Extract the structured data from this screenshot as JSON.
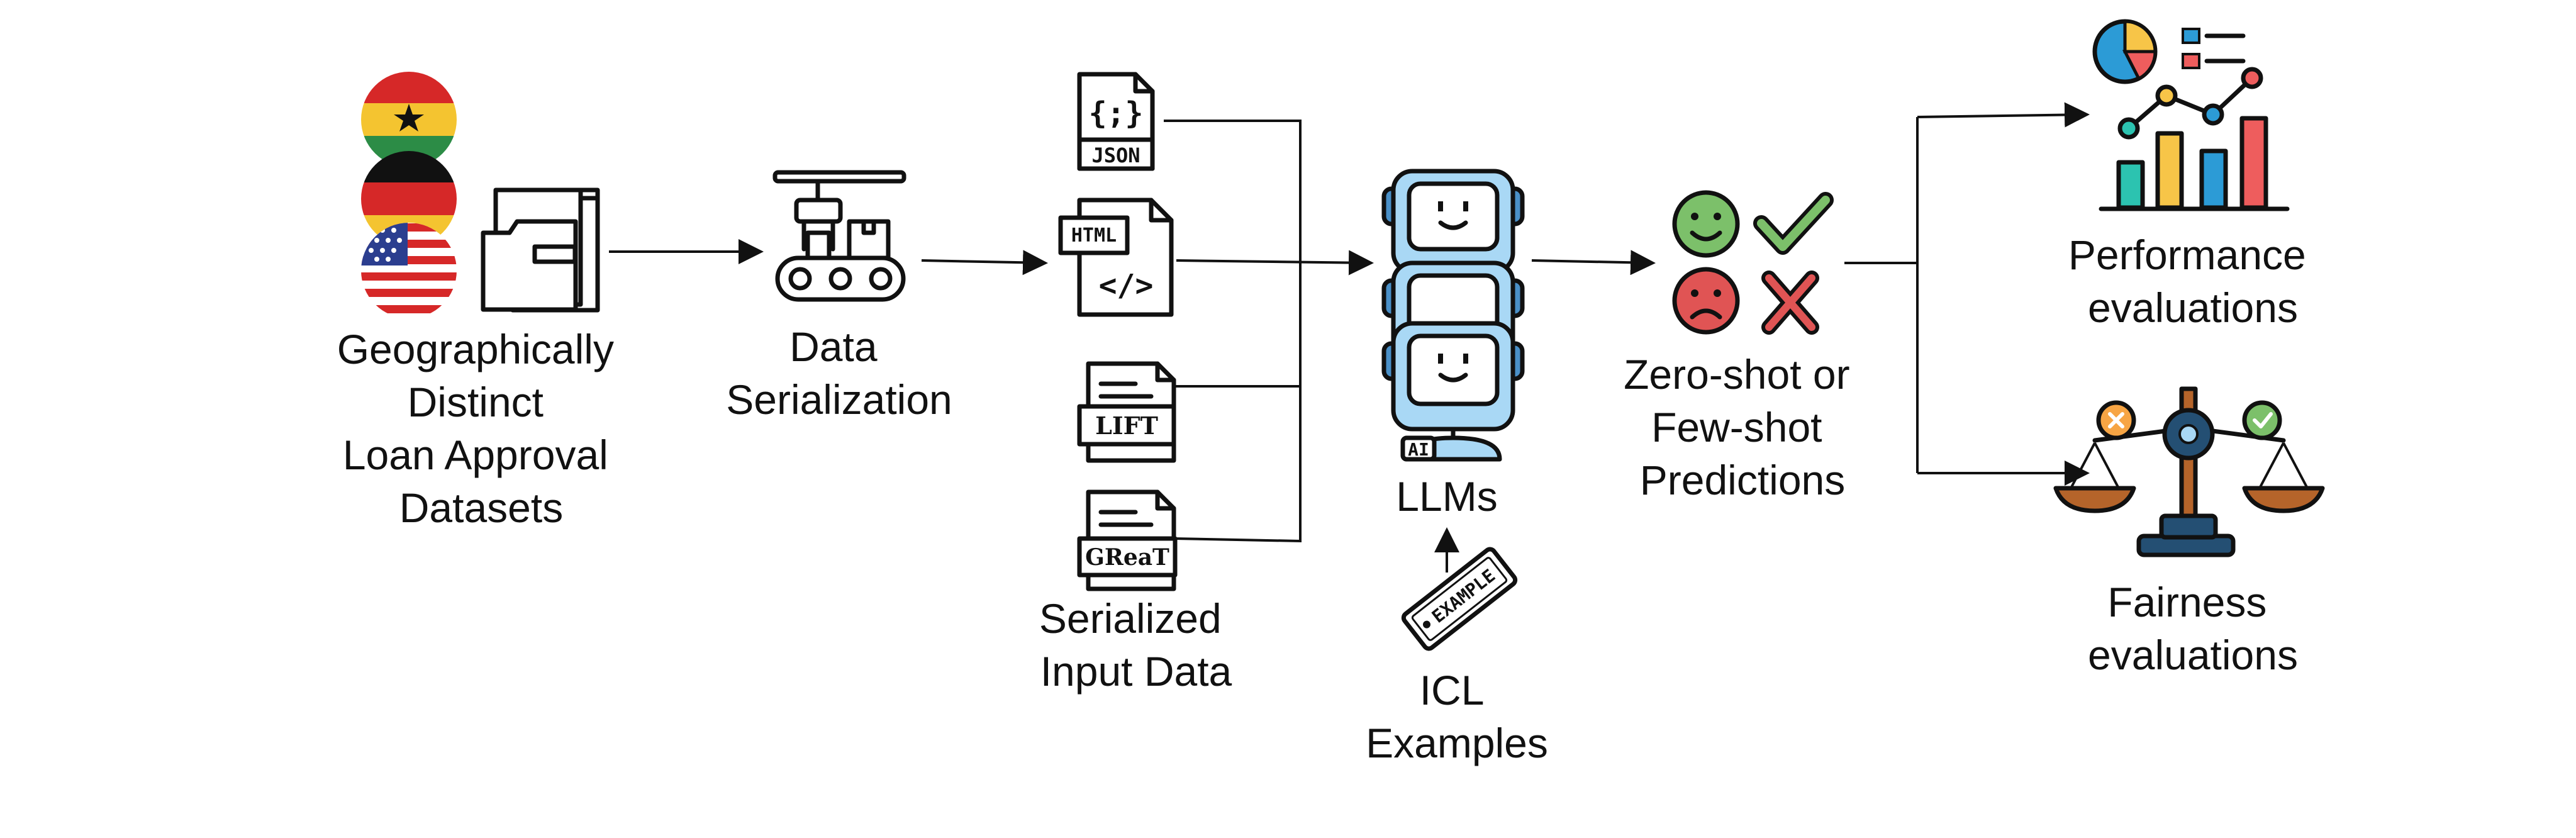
{
  "labels": {
    "datasets": [
      "Geographically",
      "Distinct",
      "Loan Approval",
      "Datasets"
    ],
    "serialization": [
      "Data",
      "Serialization"
    ],
    "serialized_input": [
      "Serialized",
      "Input Data"
    ],
    "llms": "LLMs",
    "icl": [
      "ICL",
      "Examples"
    ],
    "predictions": [
      "Zero-shot or",
      "Few-shot",
      "Predictions"
    ],
    "performance": [
      "Performance",
      "evaluations"
    ],
    "fairness": [
      "Fairness",
      "evaluations"
    ]
  },
  "format_tags": {
    "json": "JSON",
    "json_glyph": "{;}",
    "html": "HTML",
    "html_glyph": "</>",
    "lift": "LIFT",
    "great": "GReaT"
  },
  "llm_badge": "AI",
  "example_card": "EXAMPLE",
  "flags": [
    "ghana-flag",
    "germany-flag",
    "usa-flag"
  ],
  "colors": {
    "robot": "#a9d8f5",
    "robot_dark": "#4a90c8",
    "happy": "#7cc06a",
    "sad": "#e05454",
    "bar_teal": "#2cc3b0",
    "bar_yellow": "#f7c548",
    "bar_blue": "#2c9bd6",
    "bar_red": "#ee5d5d",
    "scale_brown": "#b5642a",
    "scale_navy": "#244f73"
  }
}
